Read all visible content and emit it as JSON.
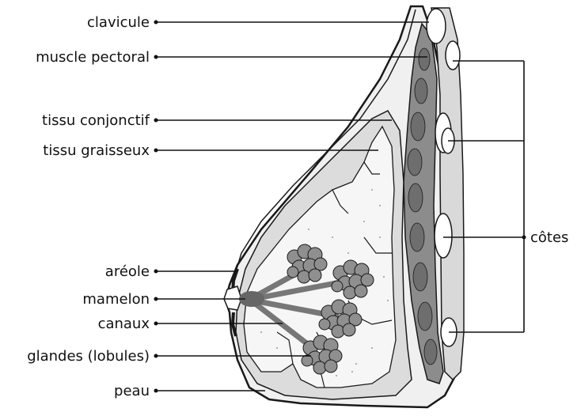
{
  "labels": {
    "clavicule": "clavicule",
    "muscle_pectoral": "muscle pectoral",
    "tissu_conjonctif": "tissu conjonctif",
    "tissu_graisseux": "tissu graisseux",
    "areole": "aréole",
    "mamelon": "mamelon",
    "canaux": "canaux",
    "glandes": "glandes (lobules)",
    "peau": "peau",
    "cotes": "côtes"
  },
  "colors": {
    "outline": "#1a1a1a",
    "skin_fill": "#f0f0f0",
    "connective": "#dcdcdc",
    "fat": "#f6f6f6",
    "muscle": "#8c8c8c",
    "muscle_dark": "#6e6e6e",
    "lobule": "#8f8f8f",
    "duct": "#777777",
    "nipple": "#666666",
    "rib": "#ffffff",
    "rib_band": "#d9d9d9"
  }
}
